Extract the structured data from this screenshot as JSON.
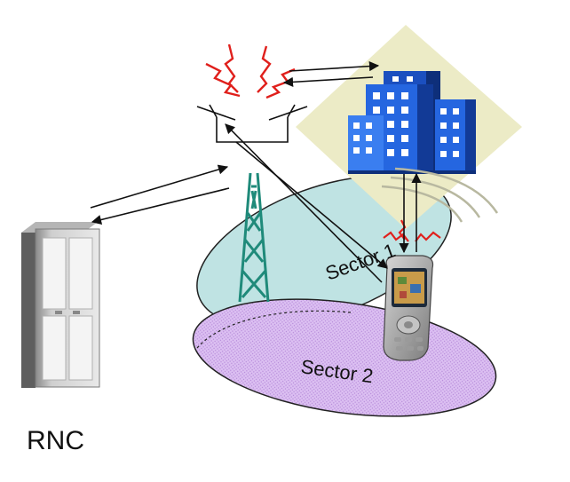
{
  "labels": {
    "rnc": "RNC",
    "sector_1": "Sector 1",
    "sector_2": "Sector 2"
  },
  "colors": {
    "sector_1_fill": "#bfe3e3",
    "sector_2_fill": "#d9b8f0",
    "tower": "#1f8a7a",
    "building": "#1f5fd9",
    "backdrop": "#ecebc6",
    "signal": "#e0201c",
    "arrow": "#111111"
  }
}
